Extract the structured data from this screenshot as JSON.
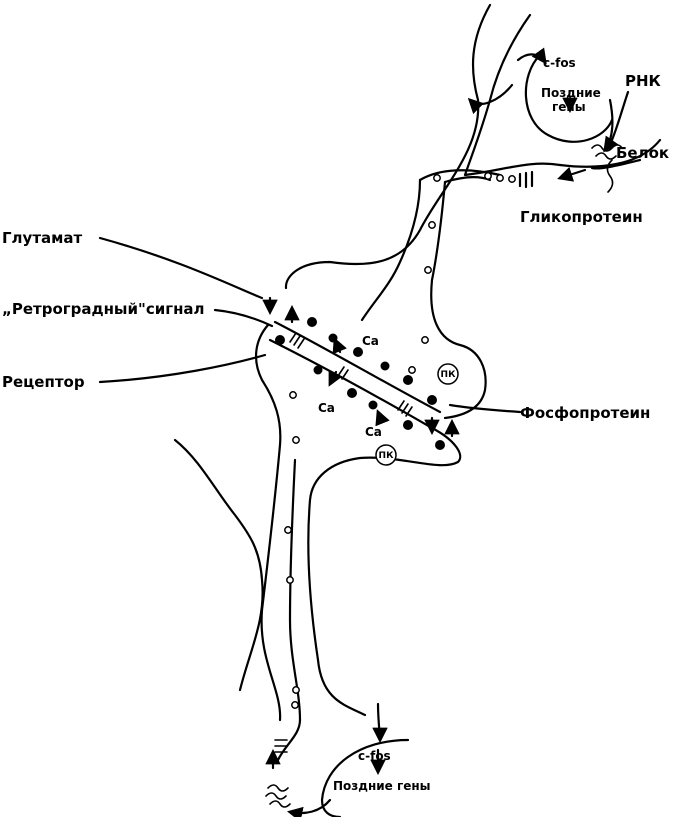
{
  "labels": {
    "glutamate": "Глутамат",
    "retrograde_signal": "„Ретроградный\"сигнал",
    "receptor": "Рецептор",
    "phosphoprotein": "Фосфопротеин",
    "glycoprotein": "Гликопротеин",
    "rna": "РНК",
    "protein": "Белок",
    "cfos_top": "c-fos",
    "late_genes_top_line1": "Поздние",
    "late_genes_top_line2": "гены",
    "cfos_bottom": "c-fos",
    "late_genes_bottom": "Поздние гены",
    "ca_1": "Ca",
    "ca_2": "Ca",
    "ca_3": "Ca",
    "pk_1": "ПК",
    "pk_2": "ПК"
  }
}
